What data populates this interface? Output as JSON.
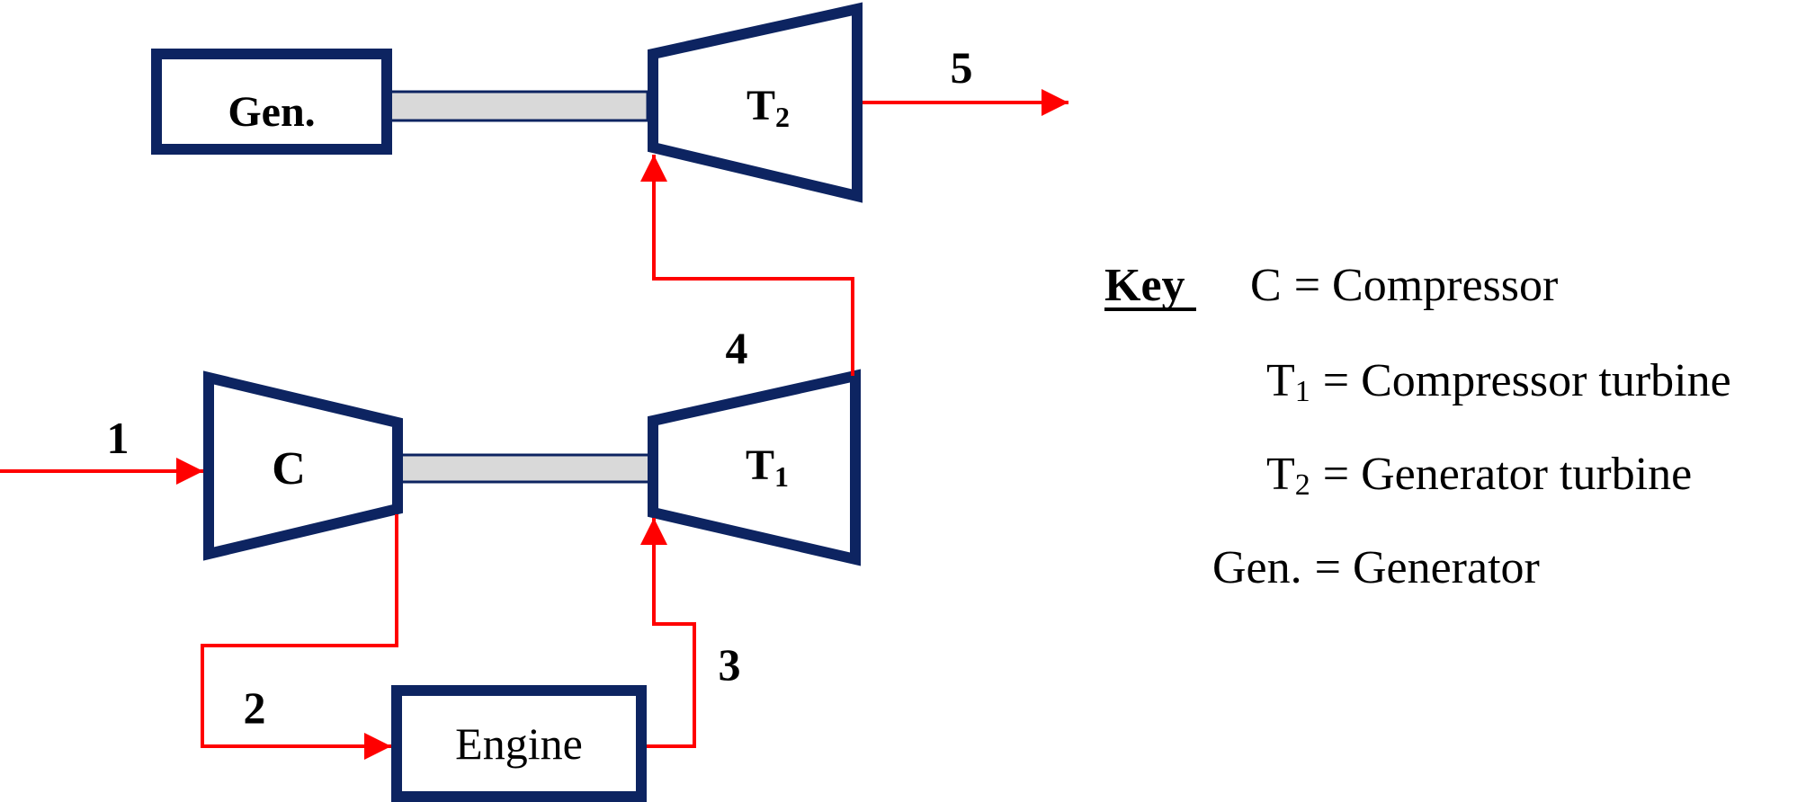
{
  "colors": {
    "component_stroke": "#0d2461",
    "flow_line": "#ff0000",
    "shaft_fill": "#d9d9d9",
    "text": "#000000"
  },
  "components": {
    "generator": {
      "label": "Gen."
    },
    "turbine_2": {
      "label": "T",
      "subscript": "2"
    },
    "compressor": {
      "label": "C"
    },
    "turbine_1": {
      "label": "T",
      "subscript": "1"
    },
    "engine": {
      "label": "Engine"
    }
  },
  "state_points": {
    "p1": "1",
    "p2": "2",
    "p3": "3",
    "p4": "4",
    "p5": "5"
  },
  "key": {
    "title": "Key",
    "entries": [
      {
        "symbol": "C",
        "subscript": "",
        "definition": "= Compressor"
      },
      {
        "symbol": "T",
        "subscript": "1",
        "definition": "= Compressor turbine"
      },
      {
        "symbol": "T",
        "subscript": "2",
        "definition": "= Generator turbine"
      },
      {
        "symbol": "Gen.",
        "subscript": "",
        "definition": "= Generator"
      }
    ]
  }
}
